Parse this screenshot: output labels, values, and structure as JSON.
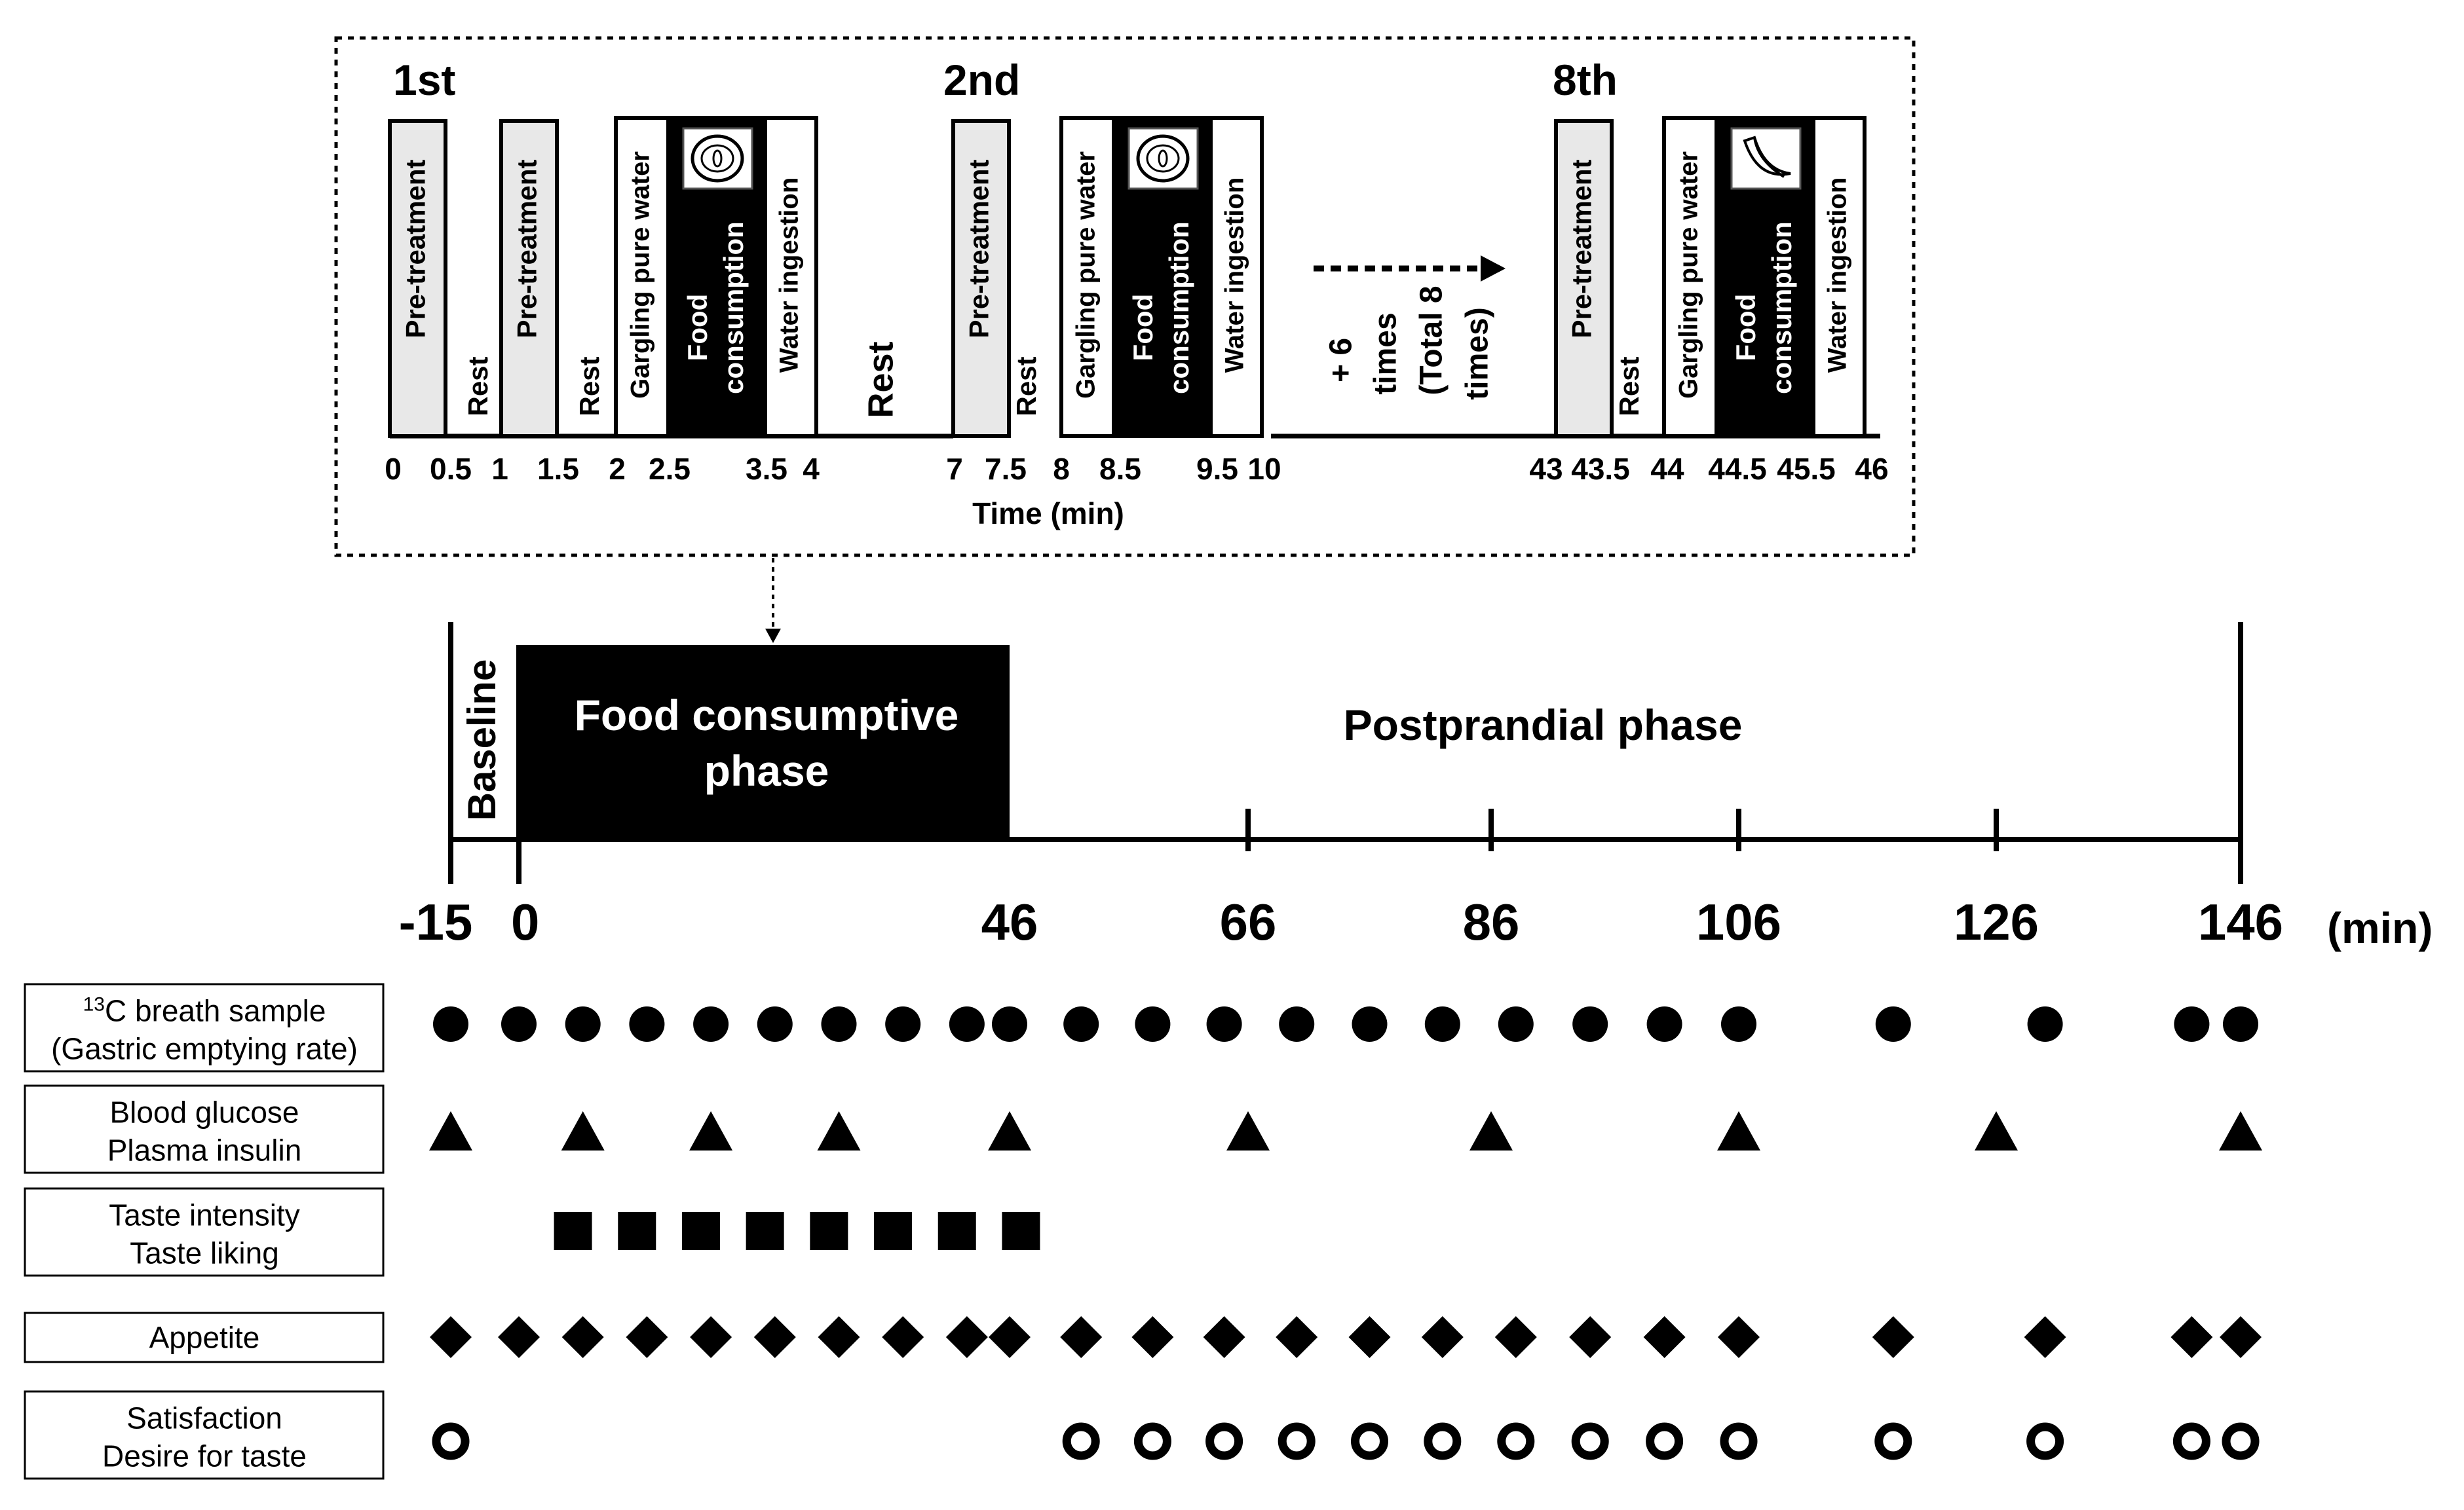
{
  "detail_panel": {
    "session_labels": [
      "1st",
      "2nd",
      "8th"
    ],
    "block_labels": {
      "pretreatment": "Pre-treatment",
      "rest": "Rest",
      "gargling": "Gargling pure water",
      "food": "Food consumption",
      "water": "Water ingestion"
    },
    "food_icons": [
      "donut-icon",
      "donut-icon",
      "banana-icon"
    ],
    "repeat_note": [
      "+ 6",
      "times",
      "(Total 8",
      "times)"
    ],
    "time_ticks": [
      "0",
      "0.5",
      "1",
      "1.5",
      "2",
      "2.5",
      "3.5",
      "4",
      "7",
      "7.5",
      "8",
      "8.5",
      "9.5",
      "10",
      "43",
      "43.5",
      "44",
      "44.5",
      "45.5",
      "46"
    ],
    "axis_label": "Time (min)"
  },
  "timeline": {
    "baseline_label": "Baseline",
    "food_phase_label": [
      "Food consumptive",
      "phase"
    ],
    "postprandial_label": "Postprandial phase",
    "ticks": [
      -15,
      0,
      46,
      66,
      86,
      106,
      126,
      146
    ],
    "unit": "(min)"
  },
  "measurements": [
    {
      "id": "breath",
      "label_sup": "13",
      "label_lines": [
        "C breath sample",
        "(Gastric emptying rate)"
      ],
      "marker": "circle",
      "times": [
        -15,
        0,
        6,
        12,
        18,
        24,
        30,
        36,
        42,
        46,
        52,
        58,
        64,
        70,
        76,
        82,
        88,
        94,
        100,
        106,
        118,
        130,
        142,
        146
      ]
    },
    {
      "id": "glucose",
      "label_lines": [
        "Blood glucose",
        "Plasma insulin"
      ],
      "marker": "triangle",
      "times": [
        -15,
        6,
        18,
        30,
        46,
        66,
        86,
        106,
        126,
        146
      ]
    },
    {
      "id": "taste",
      "label_lines": [
        "Taste intensity",
        "Taste liking"
      ],
      "marker": "square",
      "times": [
        2,
        8,
        14,
        20,
        26,
        32,
        38,
        44
      ]
    },
    {
      "id": "appetite",
      "label_lines": [
        "Appetite"
      ],
      "marker": "diamond",
      "times": [
        -15,
        0,
        6,
        12,
        18,
        24,
        30,
        36,
        42,
        46,
        52,
        58,
        64,
        70,
        76,
        82,
        88,
        94,
        100,
        106,
        118,
        130,
        142,
        146
      ]
    },
    {
      "id": "satisfaction",
      "label_lines": [
        "Satisfaction",
        "Desire for taste"
      ],
      "marker": "ring",
      "times": [
        -15,
        52,
        58,
        64,
        70,
        76,
        82,
        88,
        94,
        100,
        106,
        118,
        130,
        142,
        146
      ]
    }
  ]
}
